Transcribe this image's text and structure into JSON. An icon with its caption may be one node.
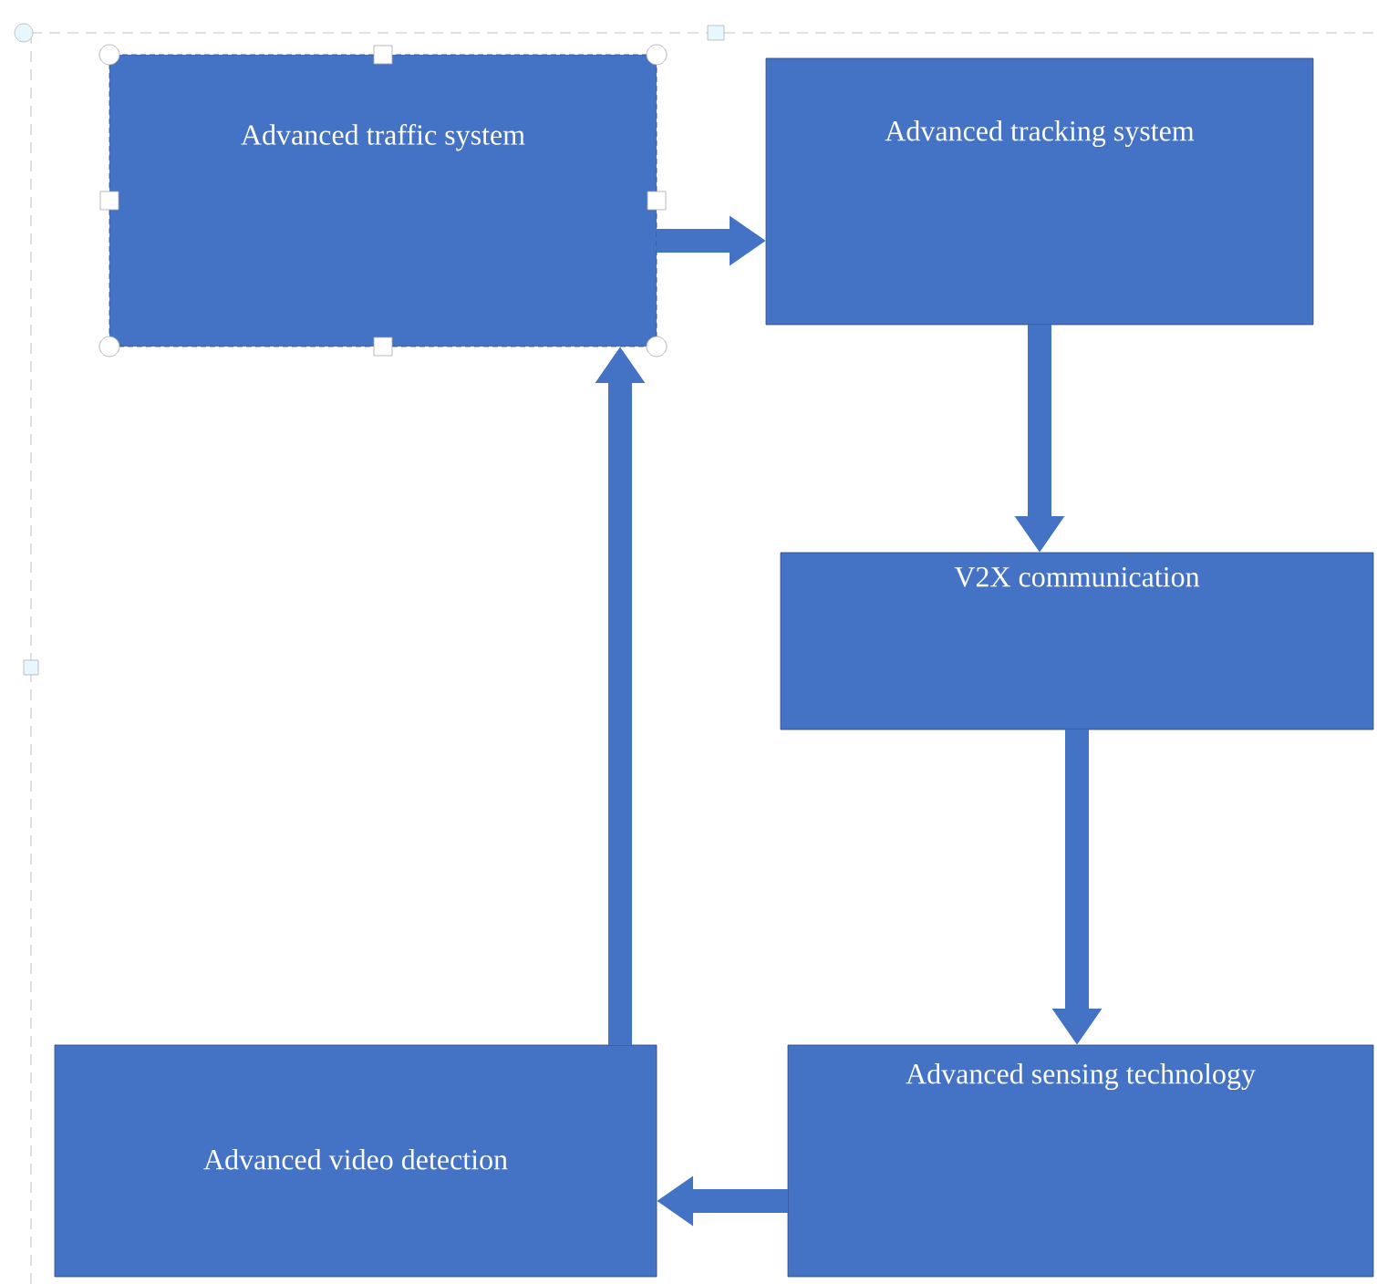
{
  "diagram": {
    "nodes": [
      {
        "text": [
          "Advanced traffic system"
        ]
      },
      {
        "text": [
          "Advanced tracking system"
        ]
      },
      {
        "text": [
          "V2X communication"
        ]
      },
      {
        "text": [
          "Advanced sensing technology"
        ]
      },
      {
        "text": [
          "Advanced video detection"
        ]
      }
    ],
    "edges": [
      {
        "from": 0,
        "to": 1,
        "arrow": "to"
      },
      {
        "from": 1,
        "to": 2,
        "arrow": "to"
      },
      {
        "from": 2,
        "to": 3,
        "arrow": "to"
      },
      {
        "from": 3,
        "to": 4,
        "arrow": "to"
      },
      {
        "from": 4,
        "to": 0,
        "arrow": "to"
      }
    ]
  }
}
